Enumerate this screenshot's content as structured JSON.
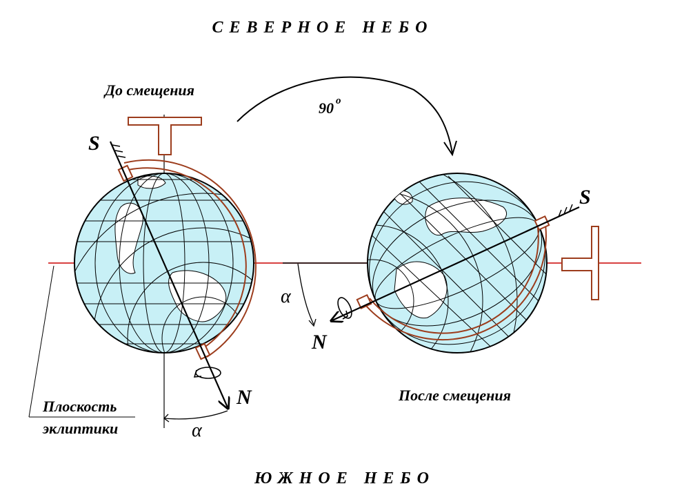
{
  "labels": {
    "north_sky": "СЕВЕРНОЕ  НЕБО",
    "south_sky": "ЮЖНОЕ  НЕБО",
    "before_shift": "До смещения",
    "after_shift": "После смещения",
    "rotation_angle": "90",
    "rotation_angle_unit": "o",
    "ecliptic_plane_line1": "Плоскость",
    "ecliptic_plane_line2": "эклиптики",
    "pole_s_left": "S",
    "pole_n_left": "N",
    "pole_s_right": "S",
    "pole_n_right": "N",
    "alpha_left": "α",
    "alpha_right": "α"
  },
  "colors": {
    "ocean": "#c8f0f6",
    "grid": "#000000",
    "land": "#ffffff",
    "mount": "#9c3c1c",
    "ecliptic": "#cc0000",
    "text": "#000000"
  },
  "icons": {
    "rotation_arrow": "curved-arrow-icon",
    "spin_left": "spin-arrow-icon",
    "spin_right": "spin-arrow-icon"
  }
}
